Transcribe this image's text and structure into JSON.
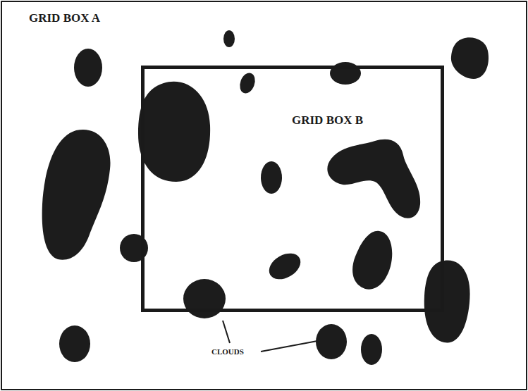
{
  "diagram": {
    "nodes": [
      {
        "text": [
          "GRID BOX A"
        ]
      },
      {
        "text": [
          "GRID BOX B"
        ],
        "in": 0
      }
    ],
    "labels": [
      "CLOUDS"
    ]
  }
}
